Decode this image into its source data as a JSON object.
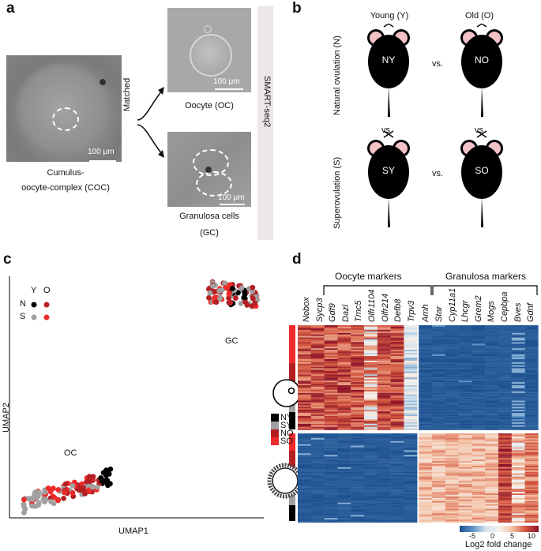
{
  "panel_a": {
    "label": "a",
    "coc_scale": "100 μm",
    "coc_caption_line1": "Cumulus-",
    "coc_caption_line2": "oocyte-complex (COC)",
    "matched": "Matched",
    "oc_scale": "100 μm",
    "oc_caption": "Oocyte (OC)",
    "gc_scale": "100 μm",
    "gc_caption_line1": "Granulosa cells",
    "gc_caption_line2": "(GC)",
    "smart_seq": "SMART-seq2"
  },
  "panel_b": {
    "label": "b",
    "young": "Young (Y)",
    "old": "Old (O)",
    "natural": "Natural ovulation (N)",
    "super": "Superovulation (S)",
    "ny": "NY",
    "no": "NO",
    "sy": "SY",
    "so": "SO",
    "vs": "vs."
  },
  "panel_c": {
    "label": "c",
    "legend_y": "Y",
    "legend_o": "O",
    "legend_n": "N",
    "legend_s": "S",
    "gc": "GC",
    "oc": "OC",
    "xlabel": "UMAP1",
    "ylabel": "UMAP2",
    "colors": {
      "NY": "#000000",
      "NO": "#b41f24",
      "SY": "#a0a0a0",
      "SO": "#ee2a2a"
    }
  },
  "panel_d": {
    "label": "d",
    "oocyte_markers_title": "Oocyte markers",
    "granulosa_markers_title": "Granulosa markers",
    "oocyte_genes": [
      "Nobox",
      "Sycp3",
      "Gdf9",
      "Dazl",
      "Tmc5",
      "Olfr1104",
      "Olfr214",
      "Defb8",
      "Trpv3"
    ],
    "granulosa_genes": [
      "Amh",
      "Star",
      "Cyp11a1",
      "Lhcgr",
      "Grem2",
      "Mogs",
      "Cepbpa",
      "Bves",
      "Gdnf"
    ],
    "legend_groups": [
      "NY",
      "SY",
      "NO",
      "SO"
    ],
    "colorbar_ticks": [
      "-5",
      "0",
      "5",
      "10"
    ],
    "colorbar_label": "Log2 fold change"
  }
}
